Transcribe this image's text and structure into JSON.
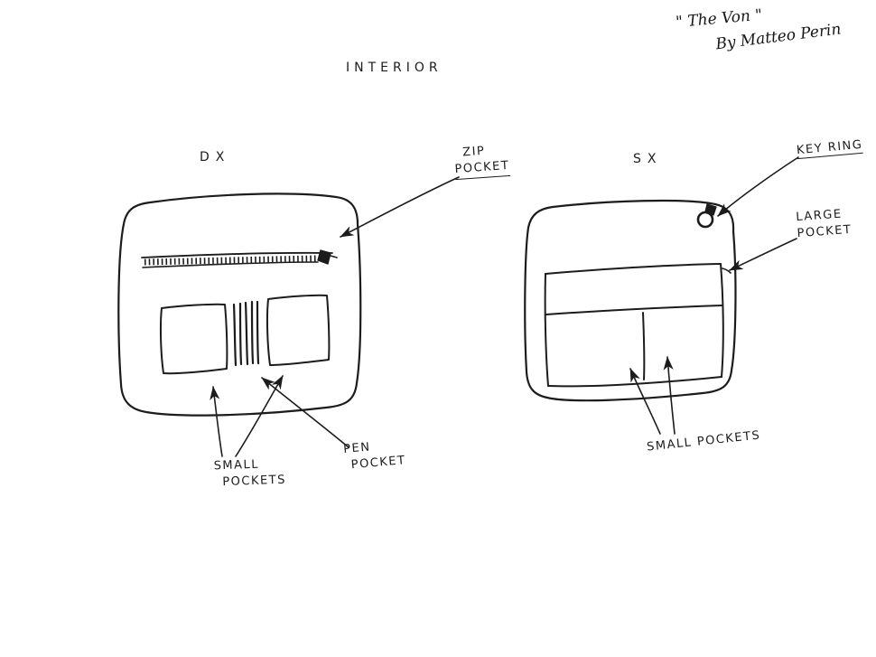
{
  "signature": {
    "line1": "\" The Von \"",
    "line2": "By Matteo Perin"
  },
  "heading": "INTERIOR",
  "left_panel": {
    "label": "DX",
    "zip_pocket": {
      "line1": "ZIP",
      "line2": "POCKET"
    },
    "small_pockets": {
      "line1": "SMALL",
      "line2": "POCKETS"
    },
    "pen_pocket": {
      "line1": "PEN",
      "line2": "POCKET"
    }
  },
  "right_panel": {
    "label": "SX",
    "key_ring": "KEY RING",
    "large_pocket": {
      "line1": "LARGE",
      "line2": "POCKET"
    },
    "small_pockets": "SMALL POCKETS"
  },
  "colors": {
    "ink": "#1c1c1c",
    "background": "#ffffff"
  }
}
